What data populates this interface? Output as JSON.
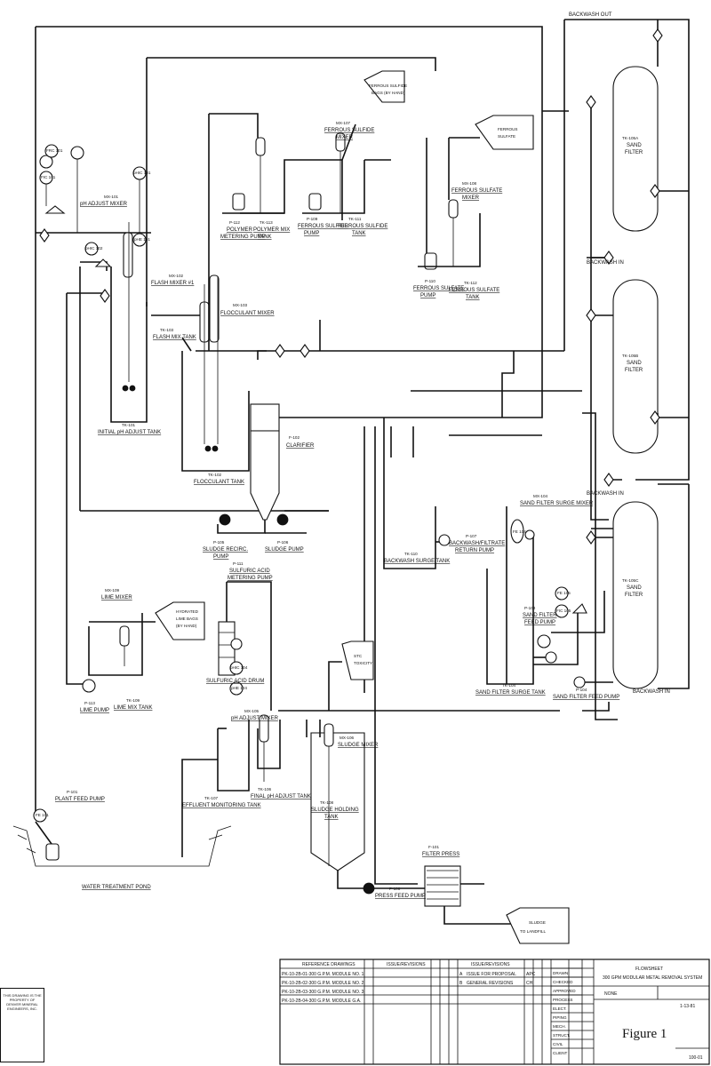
{
  "drawing": {
    "figure_label": "Figure 1",
    "title_lines": [
      "FLOWSHEET",
      "300 GPM MODULAR METAL REMOVAL SYSTEM"
    ],
    "scale": "NONE",
    "sheet_no": "100-01",
    "date": "1-13-81",
    "property_notice": [
      "THIS DRAWING IS THE",
      "PROPERTY OF",
      "DENVER MINERAL",
      "ENGINEERS, INC."
    ]
  },
  "streams": {
    "backwash_out": "BACKWASH OUT",
    "backwash_in_1": "BACKWASH IN",
    "backwash_in_2": "BACKWASH IN",
    "backwash_in_3": "BACKWASH IN"
  },
  "callouts": {
    "ferrous_sulfide_bags": [
      "FERROUS SULFIDE",
      "BAGS (BY HAND)"
    ],
    "ferrous_sulfate": [
      "FERROUS",
      "SULFATE"
    ],
    "hydrated_lime": [
      "HYDRATED",
      "LIME BAGS",
      "(BY HAND)"
    ],
    "toxicity": [
      "STC",
      "TOXICITY"
    ],
    "sludge_landfill": [
      "SLUDGE",
      "TO LANDFILL"
    ]
  },
  "equipment": {
    "mx101": [
      "MX-101",
      "pH ADJUST MIXER"
    ],
    "mx102": [
      "MX-102",
      "FLASH MIXER #1"
    ],
    "mx103": [
      "MX-103",
      "FLOCCULANT MIXER"
    ],
    "tk103": [
      "TK-103",
      "FLASH MIX TANK"
    ],
    "tk101": [
      "TK-101",
      "INITIAL pH ADJUST TANK"
    ],
    "tk102": [
      "TK-102",
      "FLOCCULANT TANK"
    ],
    "p112": [
      "P-112",
      "POLYMER",
      "METERING PUMP"
    ],
    "tk113": [
      "TK-113",
      "POLYMER MIX",
      "TANK"
    ],
    "mx107": [
      "MX-107",
      "FERROUS SULFIDE",
      "MIXER"
    ],
    "p109": [
      "P-109",
      "FERROUS SULFIDE",
      "PUMP"
    ],
    "tk111": [
      "TK-111",
      "FERROUS SULFIDE",
      "TANK"
    ],
    "mx108": [
      "MX-108",
      "FERROUS SULFATE",
      "MIXER"
    ],
    "p110": [
      "P-110",
      "FERROUS SULFATE",
      "PUMP"
    ],
    "tk112": [
      "TK-112",
      "FERROUS SULFATE",
      "TANK"
    ],
    "f102": [
      "F-102",
      "CLARIFIER"
    ],
    "tk105a": [
      "TK-105A",
      "SAND",
      "FILTER"
    ],
    "tk105b": [
      "TK-105B",
      "SAND",
      "FILTER"
    ],
    "tk105c": [
      "TK-105C",
      "SAND",
      "FILTER"
    ],
    "p105": [
      "P-105",
      "SLUDGE RECIRC.",
      "PUMP"
    ],
    "p106": [
      "P-106",
      "SLUDGE PUMP"
    ],
    "mx104": [
      "MX-104",
      "SAND FILTER SURGE MIXER"
    ],
    "tk110": [
      "TK-110",
      "BACKWASH SURGE TANK"
    ],
    "p107": [
      "P-107",
      "BACKWASH/FILTRATE",
      "RETURN PUMP"
    ],
    "p103": [
      "P-103",
      "SAND FILTER",
      "FEED PUMP"
    ],
    "p104": [
      "P-104",
      "SAND FILTER FEED PUMP"
    ],
    "tk104": [
      "TK-104",
      "SAND FILTER SURGE TANK"
    ],
    "mx109": [
      "MX-109",
      "LIME MIXER"
    ],
    "p111": [
      "P-111",
      "SULFURIC ACID",
      "METERING PUMP"
    ],
    "acid_drum": [
      "SULFURIC ACID DRUM"
    ],
    "p113": [
      "P-113",
      "LIME PUMP"
    ],
    "tk109": [
      "TK-109",
      "LIME MIX TANK"
    ],
    "mx105": [
      "MX-105",
      "pH ADJUST MIXER"
    ],
    "mx106": [
      "MX-106",
      "SLUDGE MIXER"
    ],
    "tk107": [
      "TK-107",
      "EFFLUENT MONITORING TANK"
    ],
    "tk106": [
      "TK-106",
      "FINAL pH ADJUST TANK"
    ],
    "tk108": [
      "TK-108",
      "SLUDGE HOLDING",
      "TANK"
    ],
    "p101": [
      "P-101",
      "PLANT FEED PUMP"
    ],
    "f101": [
      "F-101",
      "FILTER PRESS"
    ],
    "p108": [
      "P-108",
      "PRESS FEED PUMP"
    ],
    "pond": [
      "WATER TREATMENT POND"
    ]
  },
  "instruments": {
    "fe101": "FE 101",
    "fe104": "FE 104",
    "fe105": "FE 105",
    "fi105": "FIC 105",
    "fic101": "FIC 101",
    "tic": "FRC 101",
    "ph101": "pHIC 101",
    "ph102": "pHE 101",
    "ph103": "pHIC 102",
    "ph104": "pHIC 104",
    "ph105": "pHE 104"
  },
  "title_block": {
    "ref_header": "REFERENCE DRAWINGS",
    "issue_header": "ISSUE/REVISIONS",
    "issue_header2": "ISSUE/REVISIONS",
    "ref_rows": [
      "PK-10-2B-01-300 G.P.M. MODULE NO. 1",
      "PK-10-2B-02-300 G.P.M. MODULE NO. 2",
      "PK-10-2B-03-300 G.P.M. MODULE NO. 3",
      "PK-10-2B-04-300 G.P.M. MODULE G.A."
    ],
    "revisions": [
      {
        "no": "A",
        "text": "ISSUE FOR PROPOSAL",
        "by": "APC"
      },
      {
        "no": "B",
        "text": "GENERAL REVISIONS",
        "by": "CH"
      }
    ],
    "sign_labels": [
      "DRAWN",
      "CHECKED",
      "APPROVED",
      "PROCESS",
      "ELECT.",
      "PIPING",
      "MECH.",
      "STRUCT.",
      "CIVIL",
      "CLIENT"
    ]
  }
}
